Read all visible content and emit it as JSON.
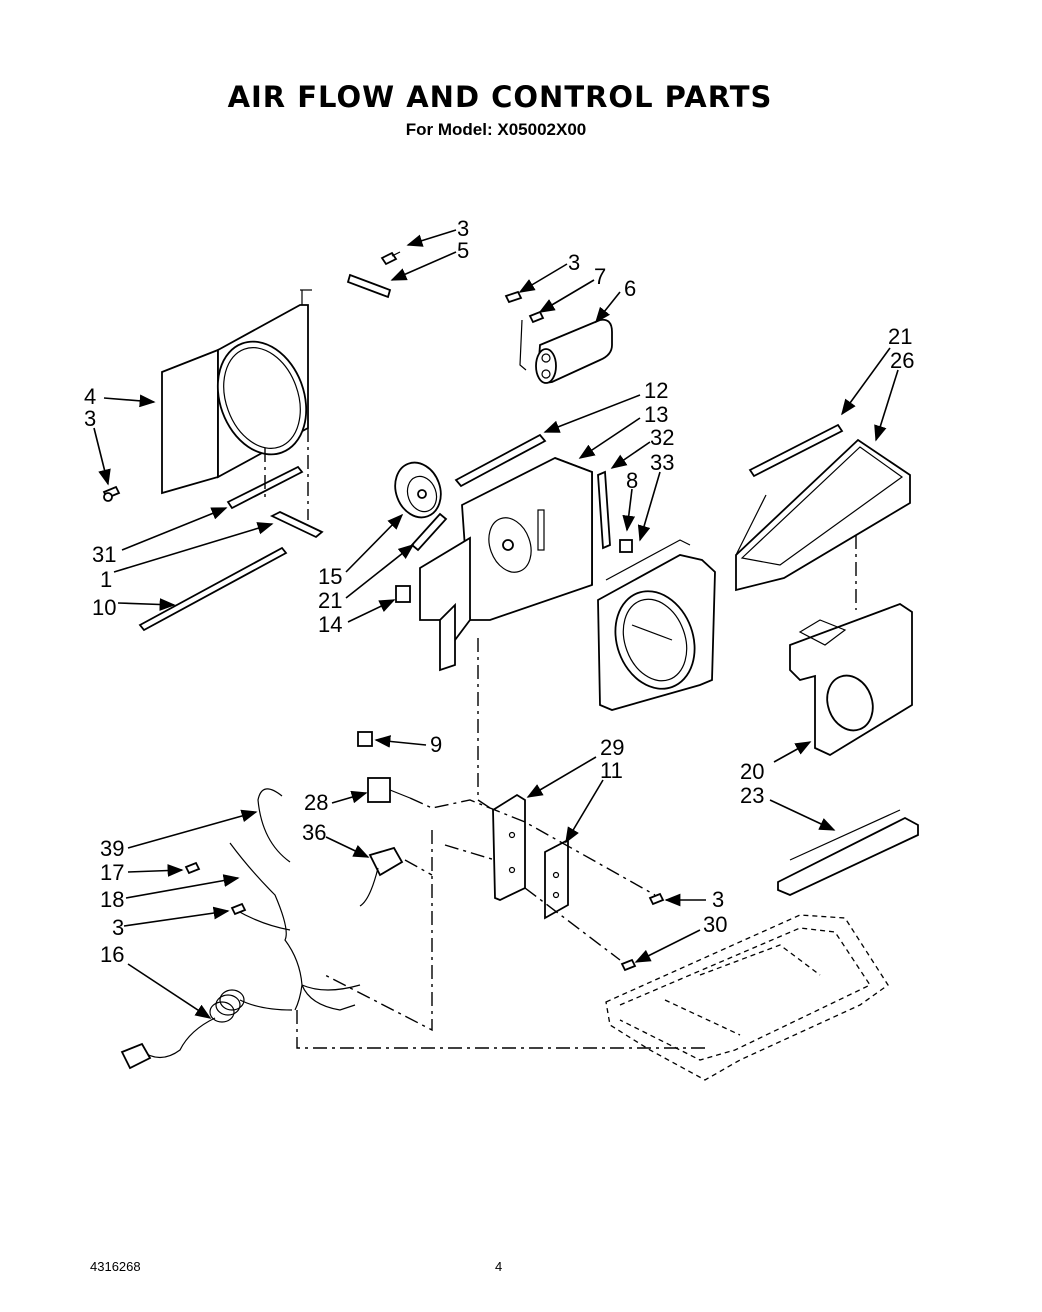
{
  "title": "AIR FLOW AND CONTROL PARTS",
  "subtitle": "For Model: X05002X00",
  "footer": {
    "document_number": "4316268",
    "page_number": "4"
  },
  "callouts": [
    "3",
    "5",
    "3",
    "7",
    "6",
    "21",
    "26",
    "4",
    "3",
    "12",
    "13",
    "32",
    "33",
    "8",
    "31",
    "1",
    "15",
    "21",
    "10",
    "14",
    "9",
    "29",
    "11",
    "20",
    "23",
    "28",
    "39",
    "36",
    "17",
    "18",
    "3",
    "3",
    "30",
    "16"
  ]
}
